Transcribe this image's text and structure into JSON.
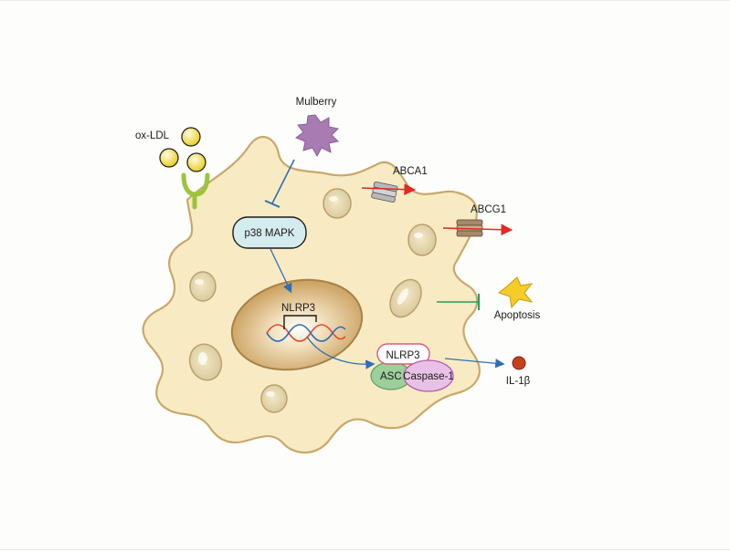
{
  "labels": {
    "mulberry": "Mulberry",
    "ox_ldl": "ox-LDL",
    "abca1": "ABCA1",
    "abcg1": "ABCG1",
    "p38_mapk": "p38 MAPK",
    "nlrp3_gene": "NLRP3",
    "nlrp3_protein": "NLRP3",
    "asc": "ASC",
    "caspase1": "Caspase-1",
    "apoptosis": "Apoptosis",
    "il1b": "IL-1β"
  },
  "colors": {
    "cell_fill": "#f8ebc4",
    "cell_stroke": "#c9a86b",
    "nucleus": "#d8b276",
    "mulberry": "#a87bb3",
    "ldl": "#f2de3a",
    "receptor": "#9cc43c",
    "p38_fill": "#d5ecee",
    "activation_arrow": "#2f6fb5",
    "inhibition": "#2f6fb5",
    "apoptosis_inhibit": "#2a9a5a",
    "efflux_arrow": "#e02a24",
    "nlrp3_stroke": "#e05a7a",
    "asc_fill": "#9ccf9c",
    "caspase_fill": "#e8c2e6",
    "il1b": "#c8401a",
    "apoptosis_star": "#f5cc28"
  }
}
